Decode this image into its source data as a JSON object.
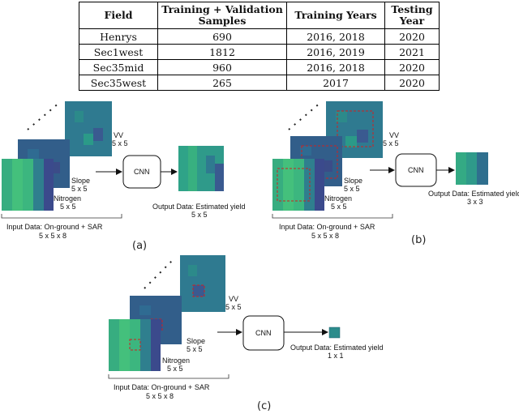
{
  "table": {
    "headers": [
      "Field",
      "Training + Validation Samples",
      "Training Years",
      "Testing Year"
    ],
    "rows": [
      [
        "Henrys",
        "690",
        "2016, 2018",
        "2020"
      ],
      [
        "Sec1west",
        "1812",
        "2016, 2019",
        "2021"
      ],
      [
        "Sec35mid",
        "960",
        "2016, 2018",
        "2020"
      ],
      [
        "Sec35west",
        "265",
        "2017",
        "2020"
      ]
    ]
  },
  "diagram": {
    "layers": {
      "vv": "VV",
      "vv_size": "5 x 5",
      "slope": "Slope",
      "slope_size": "5 x 5",
      "nitrogen": "Nitrogen",
      "nitrogen_size": "5 x 5"
    },
    "input_label": "Input Data: On-ground + SAR",
    "input_size": "5 x 5 x 8",
    "model": "CNN",
    "output_label": "Output Data: Estimated yield",
    "panels": [
      {
        "id": "(a)",
        "output_size": "5 x 5"
      },
      {
        "id": "(b)",
        "output_size": "3 x 3"
      },
      {
        "id": "(c)",
        "output_size": "1 x 1"
      }
    ]
  },
  "colors": {
    "teal_dark": "#2f6f8e",
    "teal_mid": "#2c8c8c",
    "green": "#3fbf7f",
    "navy": "#3b4a8c",
    "crop_box": "#cc2222"
  }
}
